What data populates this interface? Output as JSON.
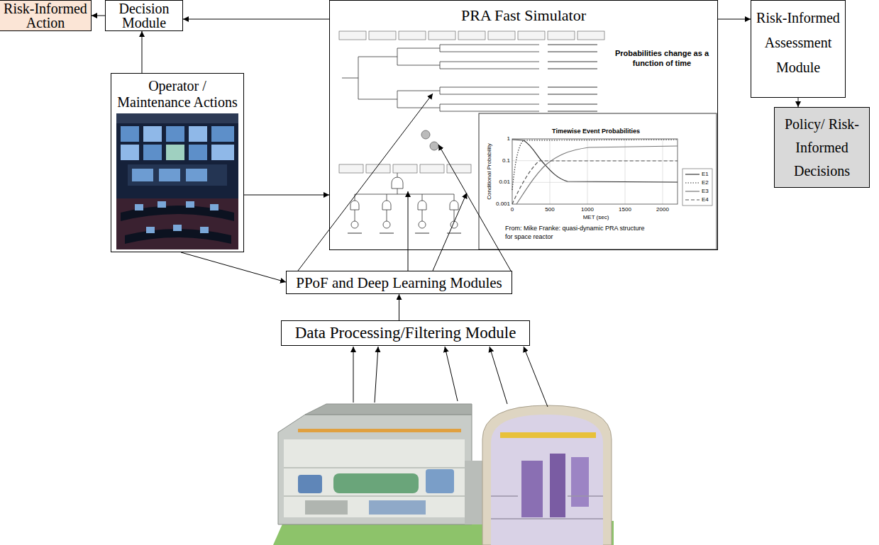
{
  "diagram": {
    "nodes": [
      {
        "text": [
          "Risk-Informed Action"
        ]
      },
      {
        "text": [
          "Decision Module"
        ]
      },
      {
        "text": [
          "PRA Fast Simulator"
        ]
      },
      {
        "text": [
          "Risk-Informed Assessment Module"
        ]
      },
      {
        "text": [
          "Operator / Maintenance Actions"
        ]
      },
      {
        "text": [
          "Policy/ Risk-Informed Decisions"
        ]
      },
      {
        "text": [
          "PPoF and Deep Learning Modules"
        ]
      },
      {
        "text": [
          "Data Processing/Filtering Module"
        ]
      }
    ],
    "edges": [
      {
        "from": 1,
        "to": 0,
        "arrow": "to"
      },
      {
        "from": 2,
        "to": 1,
        "arrow": "to"
      },
      {
        "from": 2,
        "to": 3,
        "arrow": "to"
      },
      {
        "from": 3,
        "to": 5,
        "arrow": "to"
      },
      {
        "from": 4,
        "to": 1,
        "arrow": "to"
      },
      {
        "from": 4,
        "to": 2,
        "arrow": "to"
      },
      {
        "from": 4,
        "to": 6,
        "arrow": "to"
      },
      {
        "from": 6,
        "to": 2,
        "arrow": "to"
      },
      {
        "from": 6,
        "to": 2,
        "arrow": "to"
      },
      {
        "from": 6,
        "to": 2,
        "arrow": "to"
      },
      {
        "from": 6,
        "to": 2,
        "arrow": "to"
      },
      {
        "from": 7,
        "to": 6,
        "arrow": "to"
      }
    ],
    "labels": [
      "Probabilities change as a function of time",
      "Timewise Event Probabilities",
      "Conditional Probability",
      "1",
      "0.1",
      "0.01",
      "0.001",
      "0",
      "500",
      "1000",
      "1500",
      "2000",
      "MET (sec)",
      "From: Mike Franke: quasi-dynamic PRA structure for space reactor"
    ],
    "legend": [
      {
        "text": "E1"
      },
      {
        "text": "E2"
      },
      {
        "text": "E3"
      },
      {
        "text": "E4"
      }
    ]
  }
}
